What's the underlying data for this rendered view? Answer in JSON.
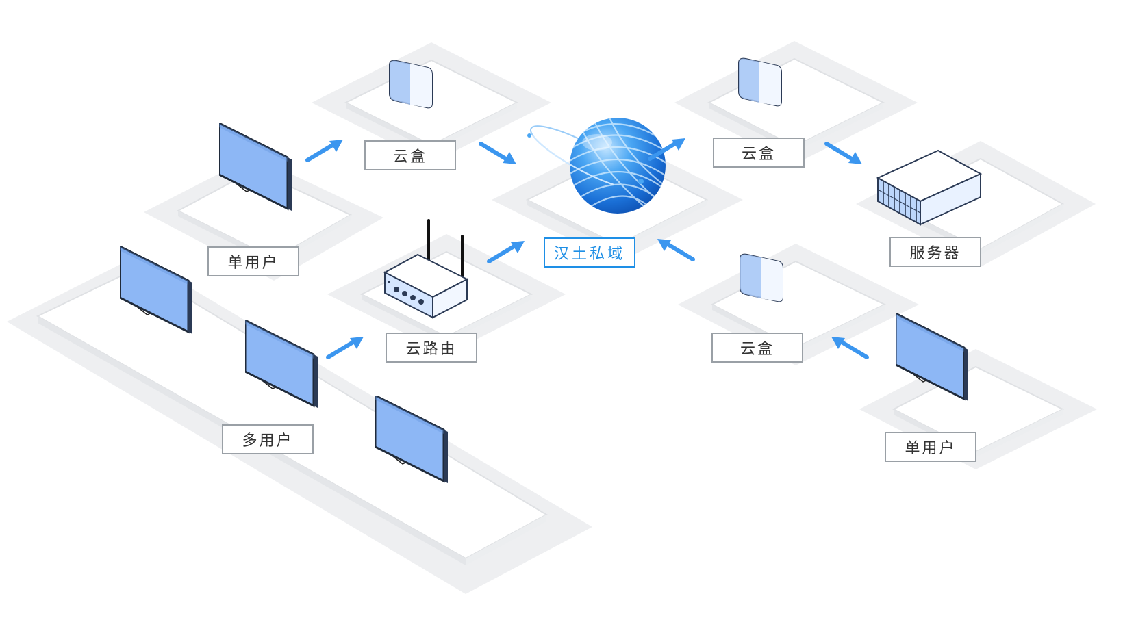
{
  "labels": {
    "single_user_left": "单用户",
    "multi_user": "多用户",
    "cloud_box_top_left": "云盒",
    "cloud_router": "云路由",
    "center_hub": "汉土私域",
    "cloud_box_top_right": "云盒",
    "server": "服务器",
    "cloud_box_bottom_right": "云盒",
    "single_user_right": "单用户"
  },
  "icons": {
    "monitor": "monitor-icon",
    "cloud_box": "cloud-box-icon",
    "router": "router-icon",
    "globe": "globe-icon",
    "server": "server-rack-icon",
    "arrow": "arrow-icon"
  },
  "colors": {
    "accent_blue": "#1e8fe6",
    "arrow_blue": "#3b96ef",
    "platform_shadow": "#eeeff1",
    "platform_top": "#ffffff",
    "platform_edge": "#dfe1e4",
    "screen_blue": "#8db7f5",
    "device_fill": "#d5e6ff",
    "label_border": "#9aa0a6",
    "label_text": "#333333"
  }
}
